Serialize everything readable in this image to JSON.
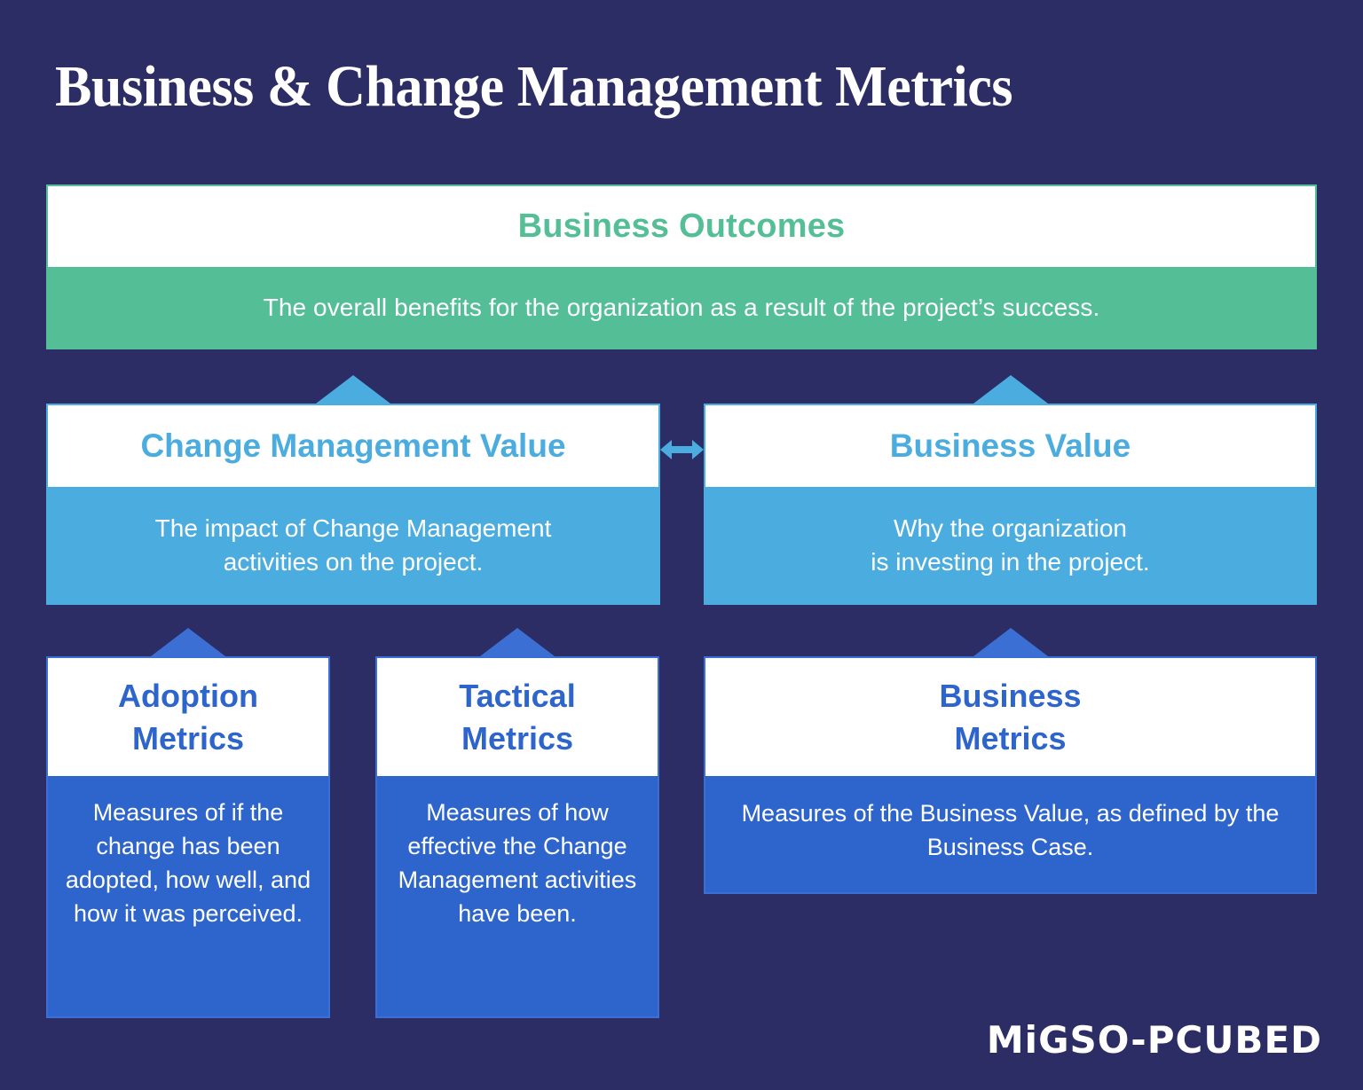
{
  "title": "Business & Change Management Metrics",
  "colors": {
    "background": "#2d2d66",
    "green": "#54be96",
    "light_blue": "#4bace0",
    "royal_blue": "#2e65cc",
    "white": "#ffffff"
  },
  "cards": {
    "outcomes": {
      "heading": "Business Outcomes",
      "description": "The overall benefits for the organization as a result of the project’s success."
    },
    "change_management_value": {
      "heading": "Change Management Value",
      "description": "The impact of Change Management\nactivities on the project."
    },
    "business_value": {
      "heading": "Business Value",
      "description": "Why the organization\nis investing in the project."
    },
    "adoption_metrics": {
      "heading": "Adoption\nMetrics",
      "description": "Measures of if the change has been adopted, how well, and how it was perceived."
    },
    "tactical_metrics": {
      "heading": "Tactical\nMetrics",
      "description": "Measures of how effective the Change Management activities have been."
    },
    "business_metrics": {
      "heading": "Business\nMetrics",
      "description": "Measures of the Business Value, as defined by the Business Case."
    }
  },
  "connectors": {
    "cmv_up": "up-arrow",
    "bv_up": "up-arrow",
    "adoption_up": "up-arrow",
    "tactical_up": "up-arrow",
    "business_metrics_up": "up-arrow",
    "value_link": "double-headed-horizontal-arrow"
  },
  "brand": {
    "logo_text": "MiGSO-PCUBED"
  }
}
